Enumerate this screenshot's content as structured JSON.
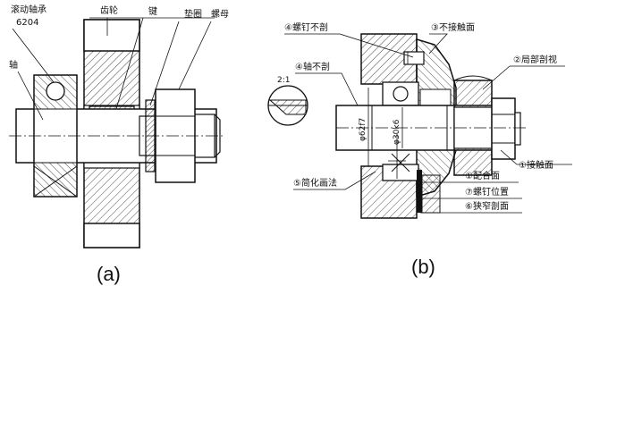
{
  "panel_a": {
    "caption": "(a)",
    "labels": {
      "bearing": "滚动轴承",
      "bearing_no": "6204",
      "shaft": "轴",
      "gear": "齿轮",
      "key": "键",
      "washer": "垫圈",
      "nut": "螺母"
    }
  },
  "panel_b": {
    "caption": "(b)",
    "scale": "2:1",
    "labels": {
      "screw_no_section": "④螺钉不剖",
      "shaft_no_section": "④轴不剖",
      "no_contact": "③不接触面",
      "partial_section": "②局部剖视",
      "contact": "①接触面",
      "simplified": "⑤简化画法",
      "fit_surface": "①配合面",
      "screw_position": "⑦螺钉位置",
      "narrow_section": "⑥狭窄剖面"
    },
    "dims": {
      "d1": "φ62f7",
      "d2": "φ30k6"
    }
  }
}
